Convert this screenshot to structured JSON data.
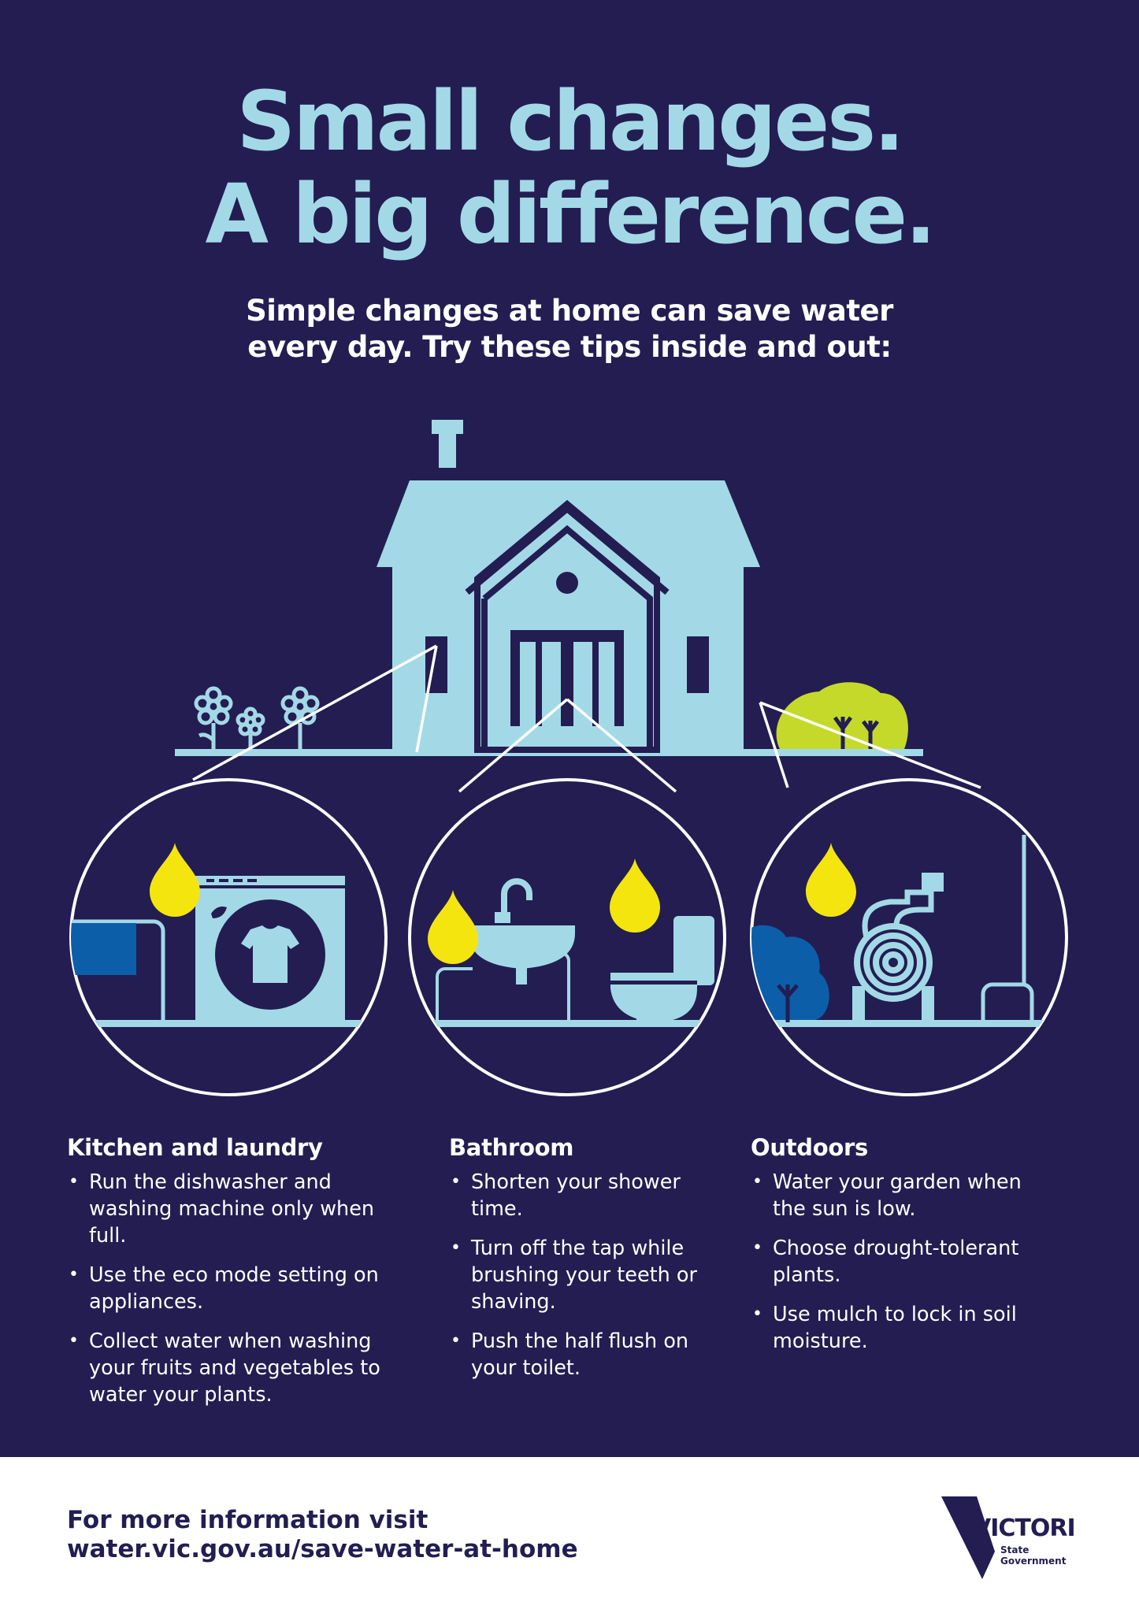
{
  "headline": {
    "line1": "Small changes.",
    "line2": "A big difference."
  },
  "subhead": {
    "line1": "Simple changes at home can save water",
    "line2": "every day. Try these tips inside and out:"
  },
  "colors": {
    "background": "#231d52",
    "light_blue": "#a3d9e6",
    "yellow": "#f5e50f",
    "dark_blue": "#0c5ea8",
    "green": "#c5d92b",
    "white": "#ffffff"
  },
  "illustration": {
    "icons": [
      "house-icon",
      "flower-icon",
      "bush-icon",
      "water-drop-icon",
      "washing-machine-icon",
      "sink-icon",
      "toilet-icon",
      "hose-reel-icon",
      "tree-icon"
    ]
  },
  "sections": [
    {
      "title": "Kitchen and laundry",
      "tips": [
        "Run the dishwasher and washing machine only when full.",
        "Use the eco mode setting on appliances.",
        "Collect water when washing your fruits and vegetables to water your plants."
      ]
    },
    {
      "title": "Bathroom",
      "tips": [
        "Shorten your shower time.",
        "Turn off the tap while brushing your teeth or shaving.",
        "Push the half flush on your toilet."
      ]
    },
    {
      "title": "Outdoors",
      "tips": [
        "Water your garden when the sun is low.",
        "Choose drought-tolerant plants.",
        "Use mulch to lock in soil moisture."
      ]
    }
  ],
  "footer": {
    "line1": "For more information visit",
    "line2": "water.vic.gov.au/save-water-at-home"
  },
  "logo": {
    "name": "VICTORIA",
    "sub1": "State",
    "sub2": "Government"
  }
}
